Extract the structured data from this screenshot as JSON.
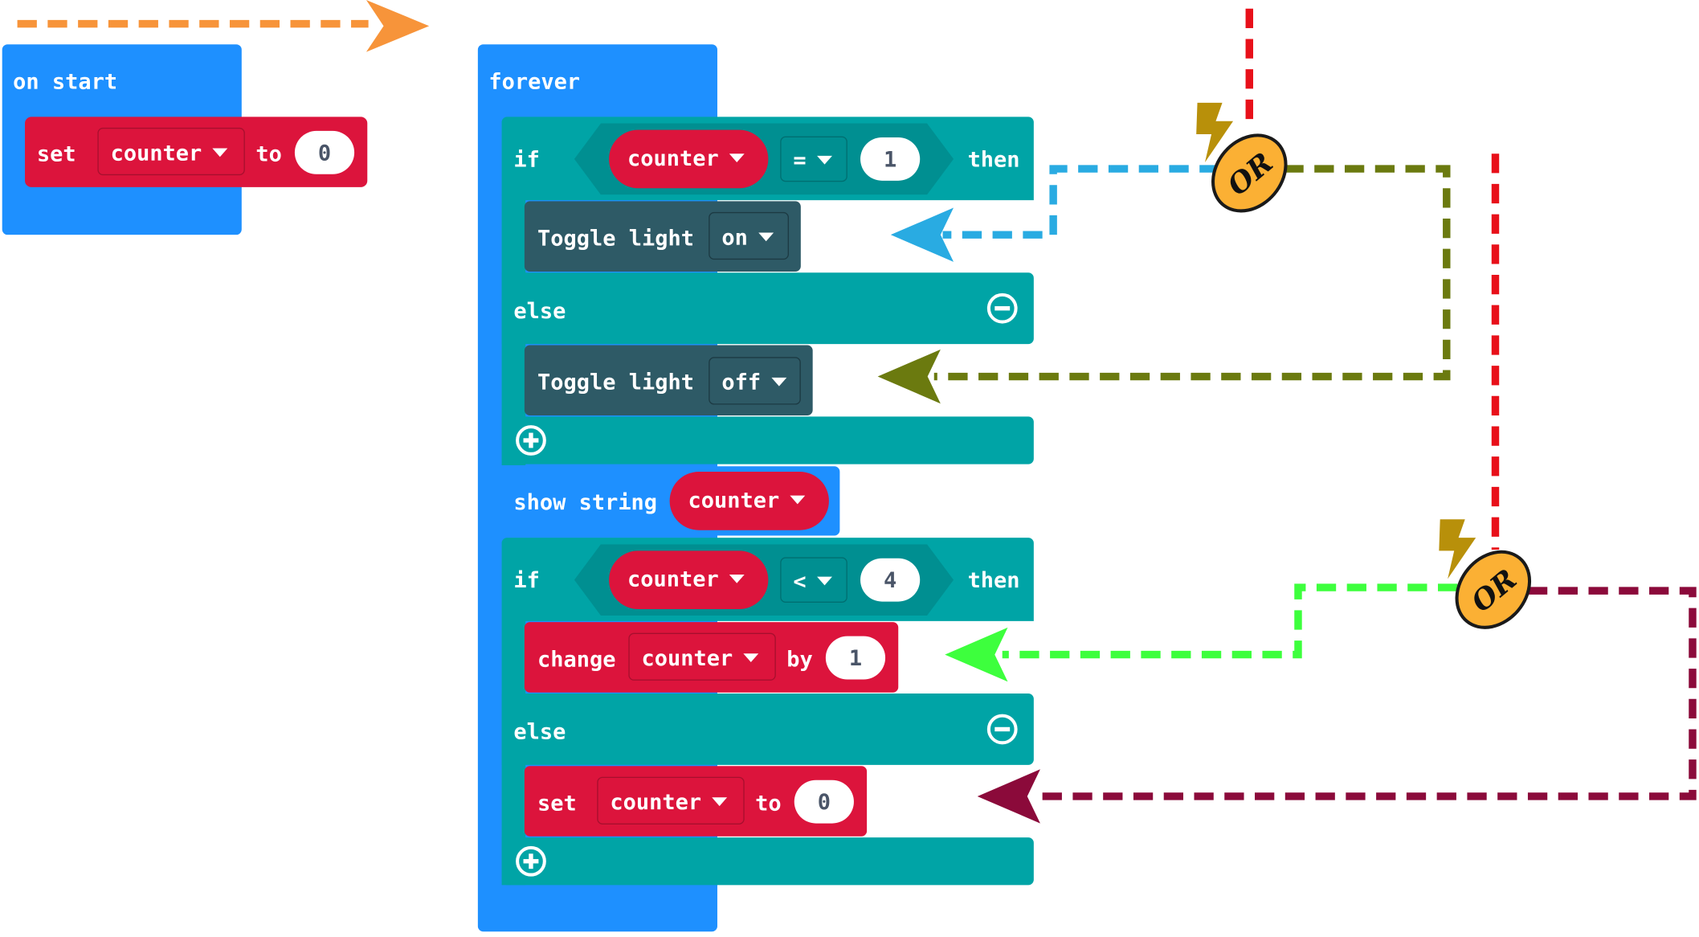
{
  "on_start": {
    "hat_label": "on start",
    "set_block": {
      "keyword": "set",
      "variable": "counter",
      "to_word": "to",
      "value": "0"
    }
  },
  "forever": {
    "hat_label": "forever",
    "if_block_1": {
      "if_word": "if",
      "variable": "counter",
      "operator": "=",
      "value": "1",
      "then_word": "then",
      "then_action": {
        "keyword": "Toggle light",
        "option": "on"
      },
      "else_word": "else",
      "else_action": {
        "keyword": "Toggle light",
        "option": "off"
      }
    },
    "show_string": {
      "keyword": "show string",
      "variable": "counter"
    },
    "if_block_2": {
      "if_word": "if",
      "variable": "counter",
      "operator": "<",
      "value": "4",
      "then_word": "then",
      "then_action": {
        "keyword": "change",
        "variable": "counter",
        "by_word": "by",
        "value": "1"
      },
      "else_word": "else",
      "else_action": {
        "keyword": "set",
        "variable": "counter",
        "to_word": "to",
        "value": "0"
      }
    }
  },
  "annotations": {
    "or_badge_1": "OR",
    "or_badge_2": "OR"
  },
  "colors": {
    "event_blue": "#1e90ff",
    "logic_teal": "#00a4a6",
    "variable_red": "#dc143c",
    "custom_dark": "#2e5a66",
    "arrow_orange": "#f7943a",
    "arrow_red": "#e8101a",
    "arrow_blue": "#29abe2",
    "arrow_olive": "#6b7a0f",
    "arrow_green": "#3dff3d",
    "arrow_maroon": "#8b0a3a",
    "badge_yellow": "#fbb034",
    "bolt_gold": "#b8900a"
  },
  "icons": [
    "minus-circle-icon",
    "plus-circle-icon",
    "chevron-down-icon",
    "lightning-bolt-icon"
  ]
}
